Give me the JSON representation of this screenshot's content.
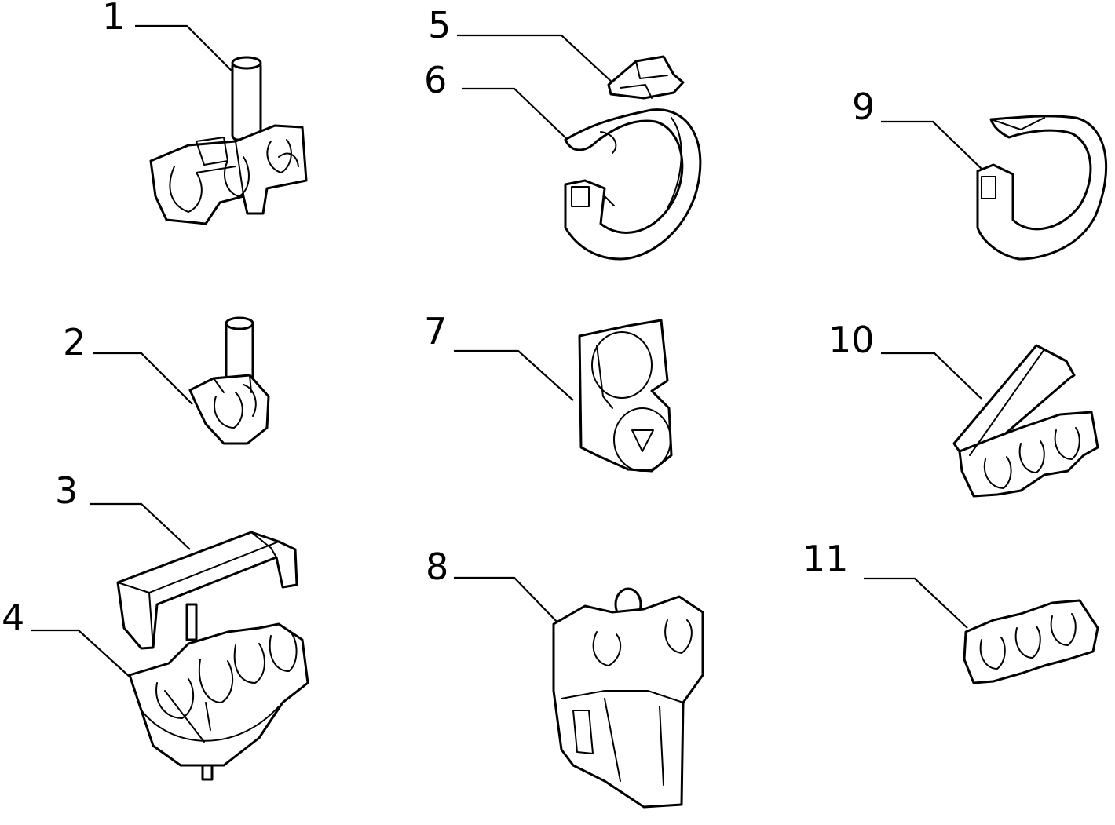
{
  "labels": {
    "p1": "1",
    "p2": "2",
    "p3": "3",
    "p4": "4",
    "p5": "5",
    "p6": "6",
    "p7": "7",
    "p8": "8",
    "p9": "9",
    "p10": "10",
    "p11": "11"
  },
  "colors": {
    "ink": "#000000",
    "paper": "#ffffff"
  }
}
